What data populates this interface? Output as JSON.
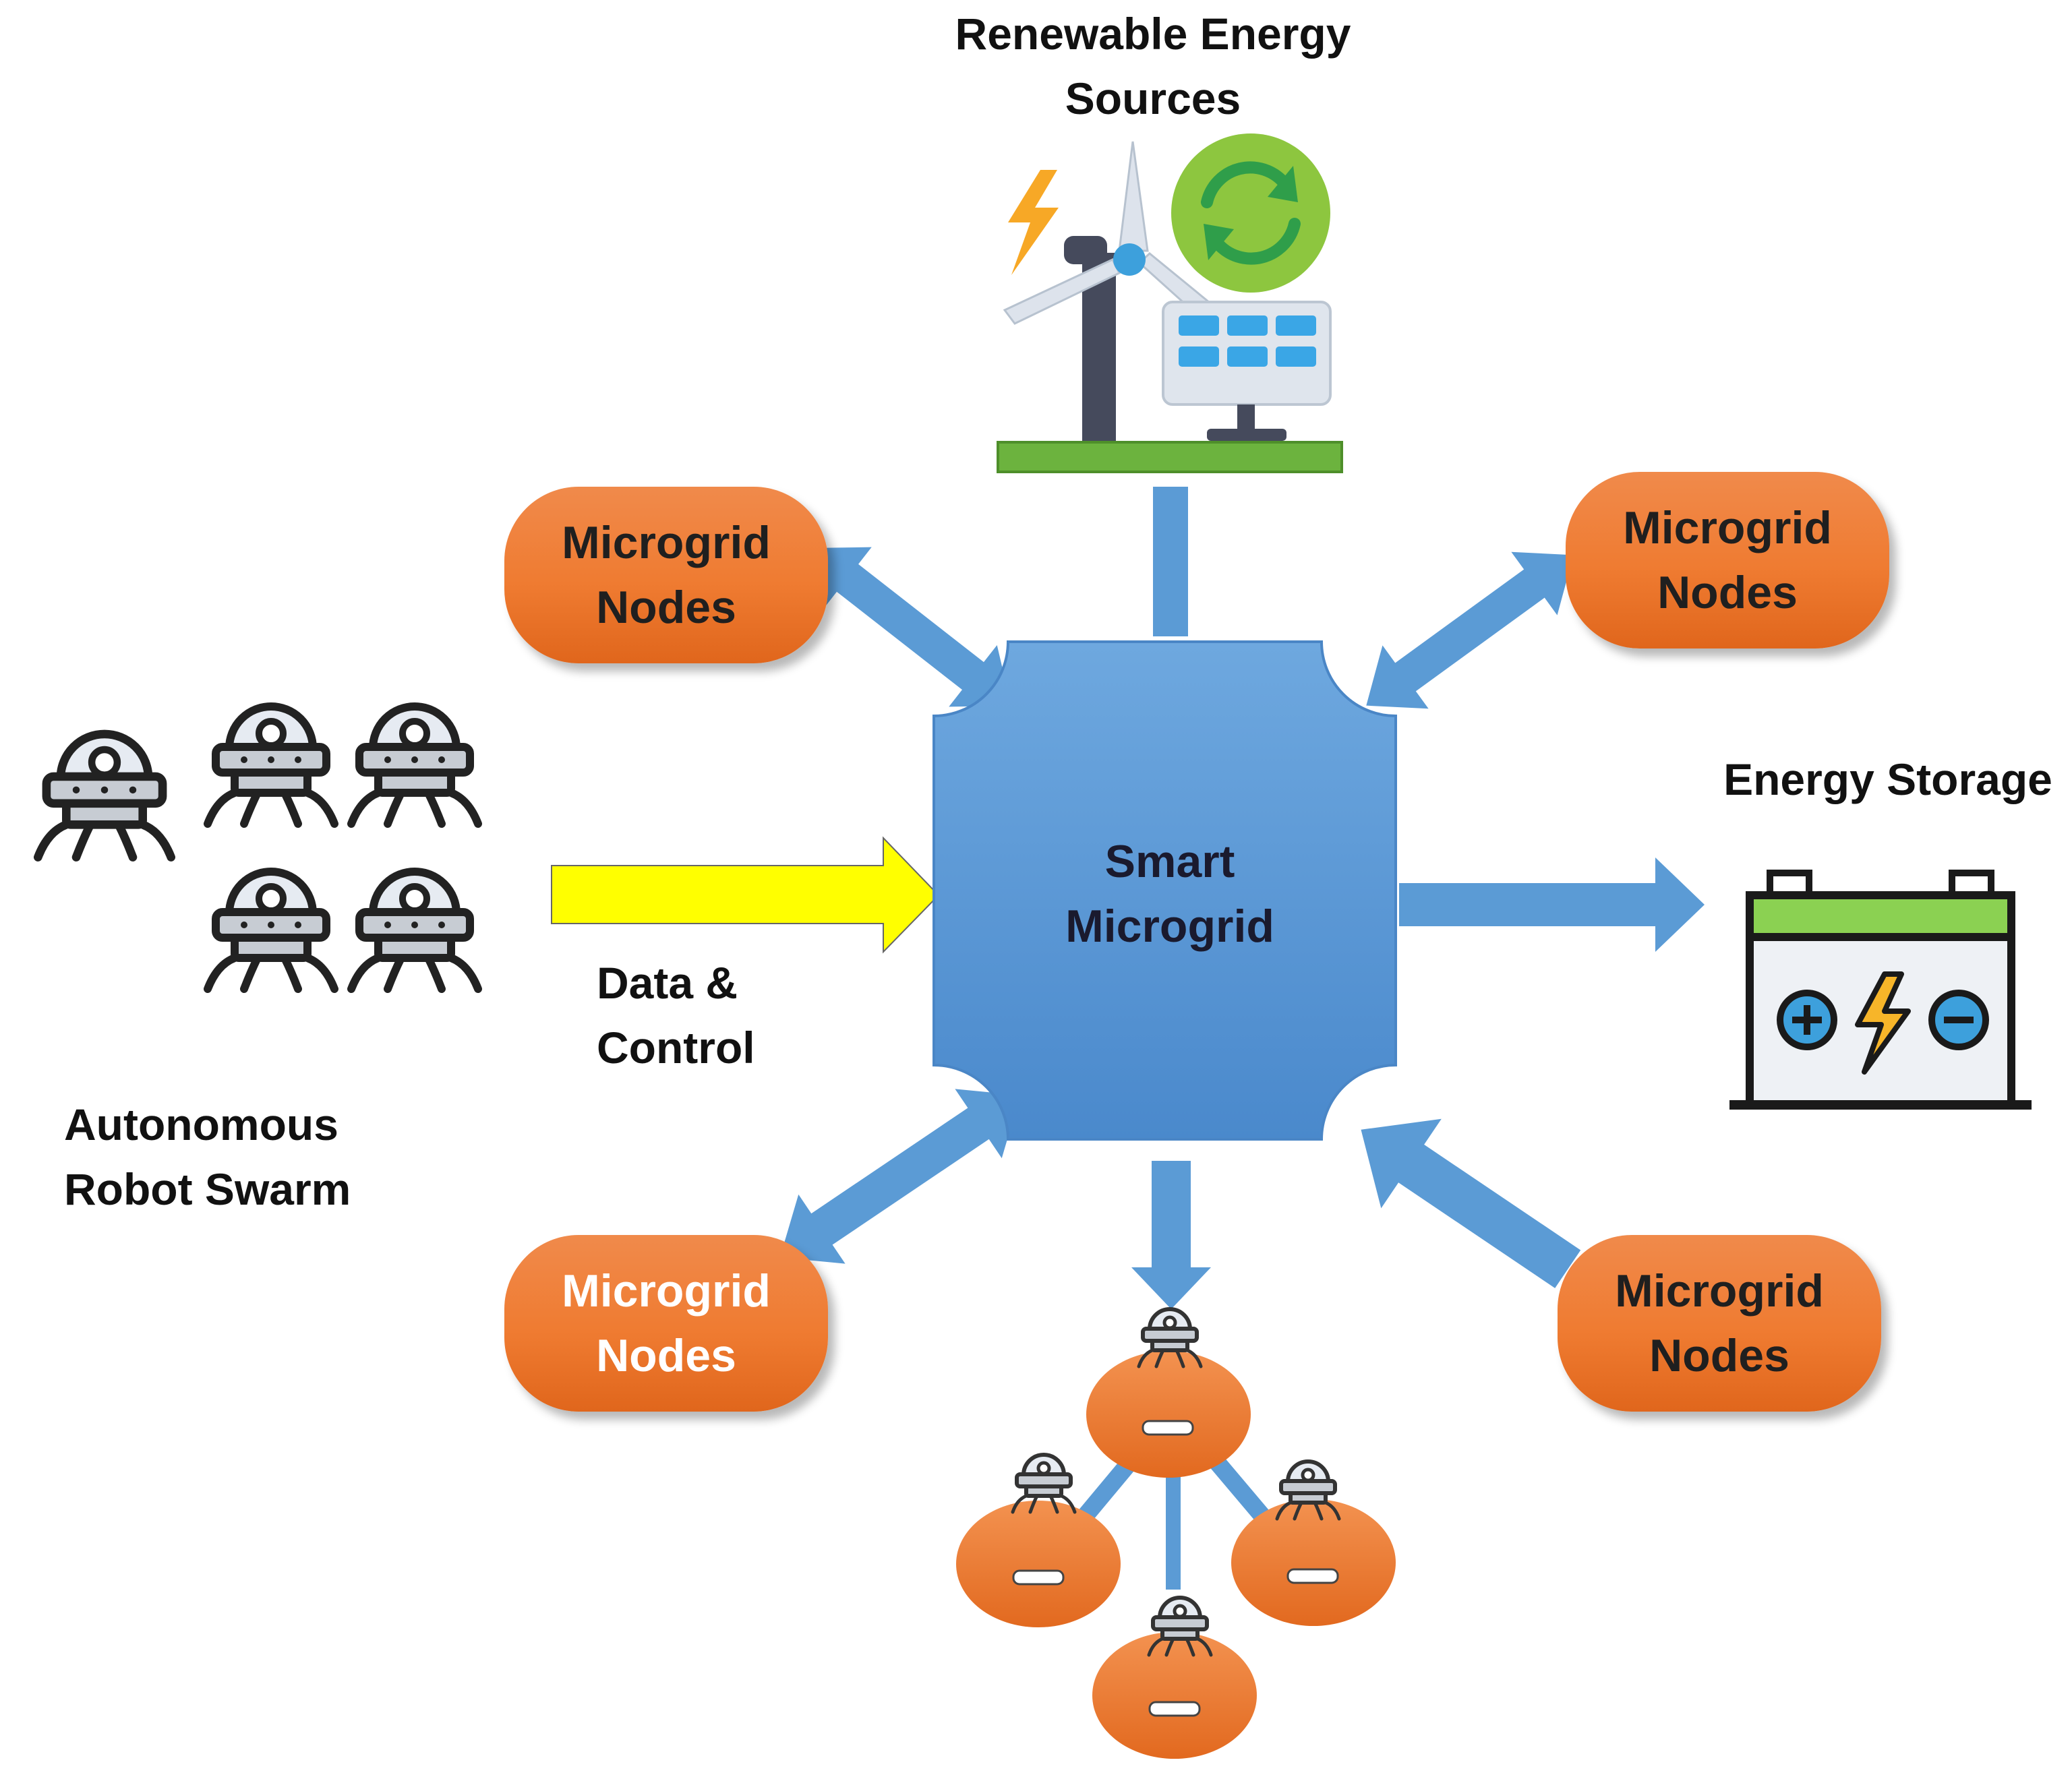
{
  "hub": {
    "line1": "Smart",
    "line2": "Microgrid"
  },
  "renewable": {
    "line1": "Renewable Energy",
    "line2": "Sources"
  },
  "storage": {
    "label": "Energy Storage"
  },
  "swarm": {
    "line1": "Autonomous",
    "line2": "Robot Swarm"
  },
  "data_control": {
    "line1": "Data &",
    "line2": "Control"
  },
  "nodes": [
    {
      "line1": "Microgrid",
      "line2": "Nodes"
    },
    {
      "line1": "Microgrid",
      "line2": "Nodes"
    },
    {
      "line1": "Microgrid",
      "line2": "Nodes"
    },
    {
      "line1": "Microgrid",
      "line2": "Nodes"
    }
  ],
  "colors": {
    "hub_blue": "#5b9bd5",
    "arrow_blue": "#5b9bd5",
    "node_orange": "#ef7b31",
    "data_arrow_yellow": "#ffff00",
    "battery_green": "#8bd152"
  },
  "icons": [
    "wind-turbine-icon",
    "solar-panel-icon",
    "recycle-icon",
    "lightning-bolt-icon",
    "battery-icon",
    "robot-icon"
  ]
}
